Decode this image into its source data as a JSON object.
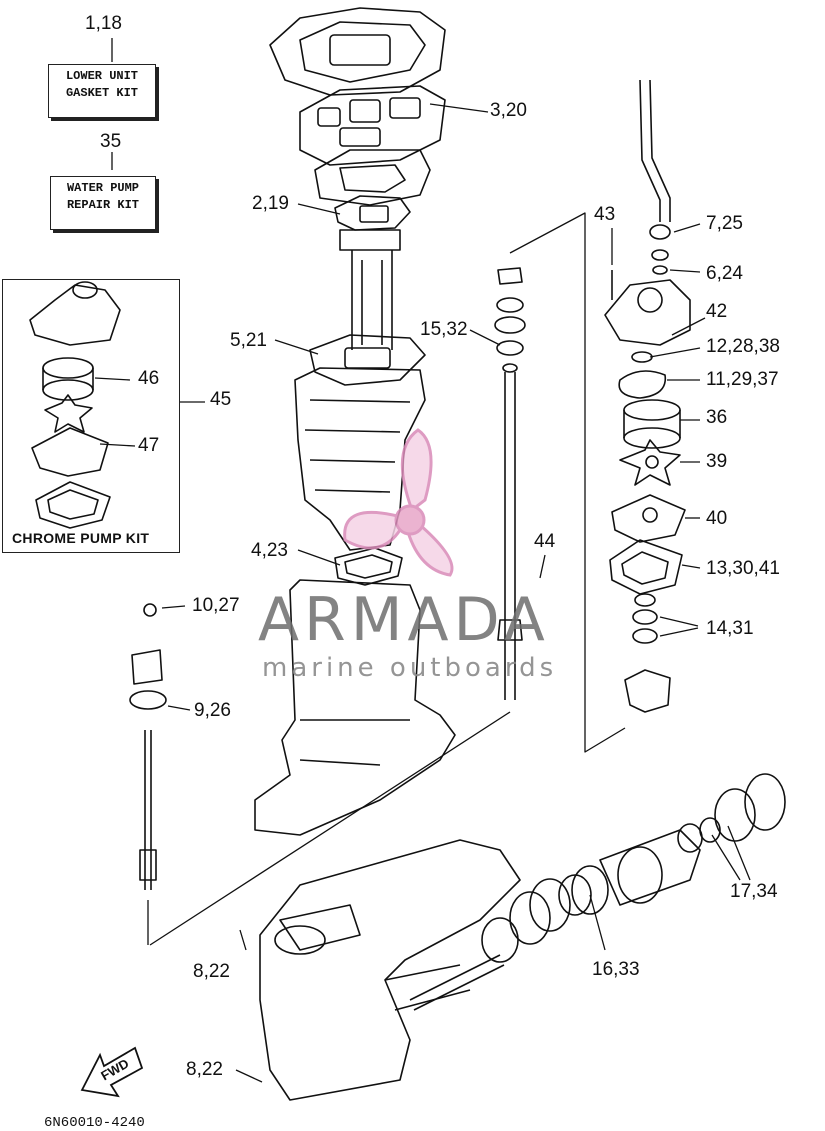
{
  "kits": {
    "gasket_kit": {
      "ref": "1,18",
      "line1": "LOWER UNIT",
      "line2": "GASKET KIT"
    },
    "pump_kit": {
      "ref": "35",
      "line1": "WATER PUMP",
      "line2": "REPAIR KIT"
    },
    "chrome_kit": {
      "ref": "45",
      "title": "CHROME PUMP KIT"
    }
  },
  "callouts": {
    "c_3_20": "3,20",
    "c_2_19": "2,19",
    "c_5_21": "5,21",
    "c_4_23": "4,23",
    "c_10_27": "10,27",
    "c_9_26": "9,26",
    "c_8_22_a": "8,22",
    "c_8_22_b": "8,22",
    "c_15_32": "15,32",
    "c_44": "44",
    "c_43": "43",
    "c_7_25": "7,25",
    "c_6_24": "6,24",
    "c_42": "42",
    "c_12_28_38": "12,28,38",
    "c_11_29_37": "11,29,37",
    "c_36": "36",
    "c_39": "39",
    "c_40": "40",
    "c_13_30_41": "13,30,41",
    "c_14_31": "14,31",
    "c_17_34": "17,34",
    "c_16_33": "16,33",
    "c_46": "46",
    "c_47": "47"
  },
  "watermark": {
    "brand": "ARMADA",
    "tagline": "marine outboards",
    "accent": "#e8a6c8"
  },
  "fwd_label": "FWD",
  "part_code": "6N60010-4240"
}
